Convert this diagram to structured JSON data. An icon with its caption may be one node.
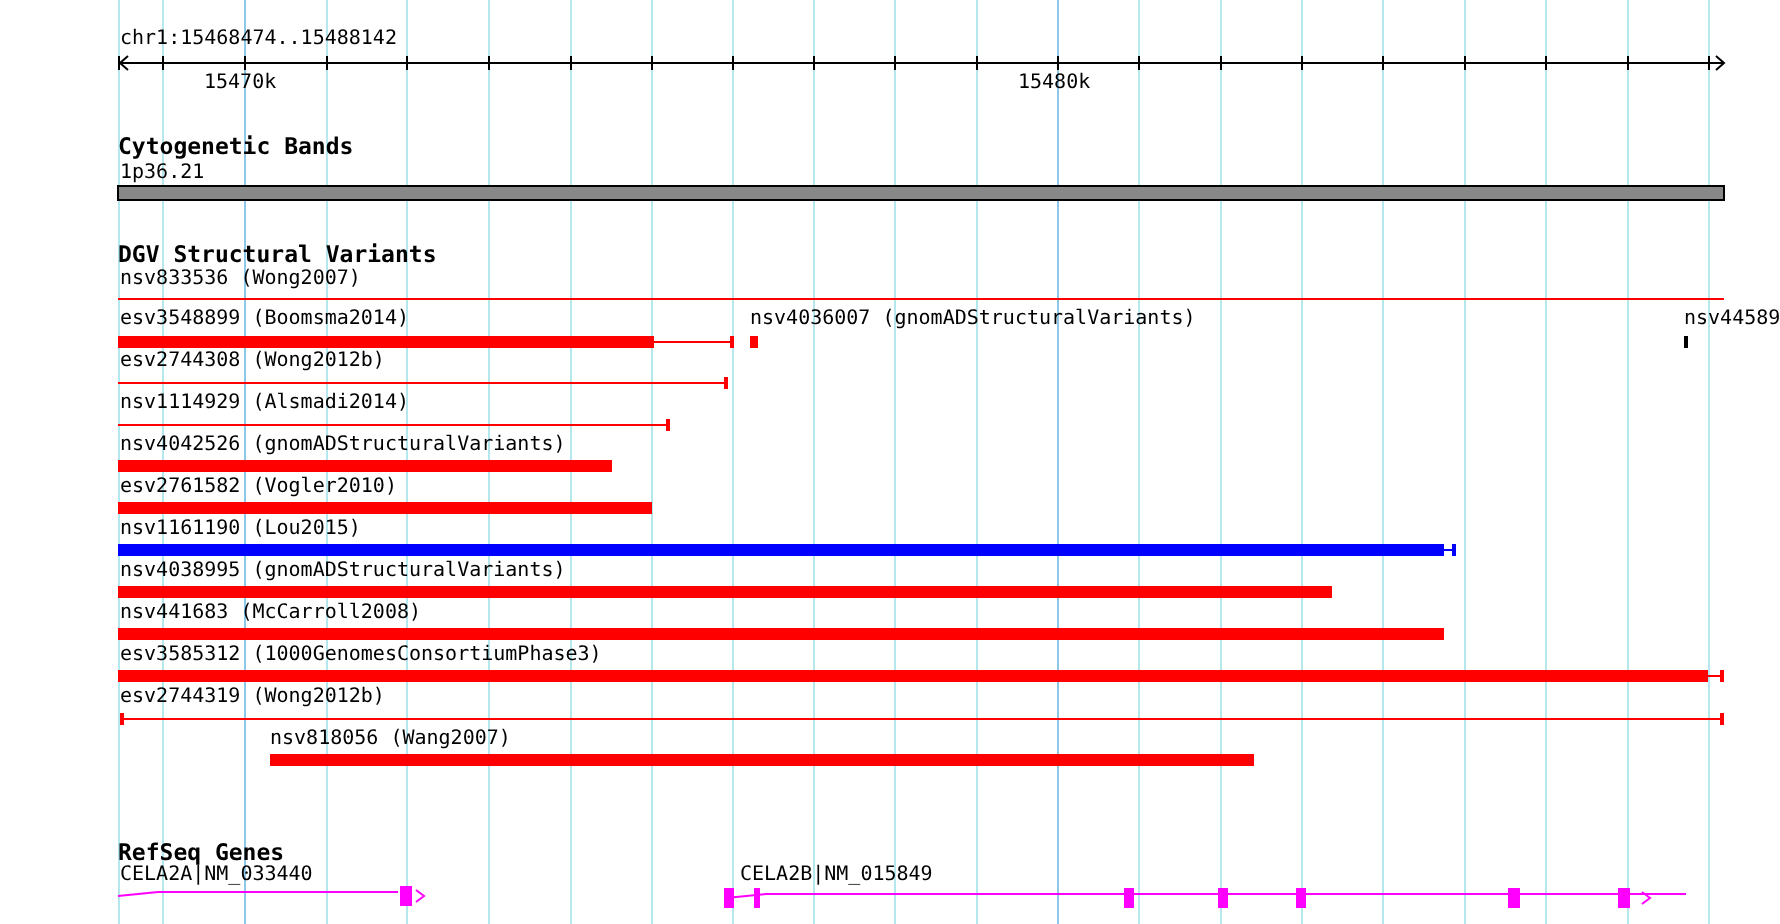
{
  "diagram": {
    "labels": [
      "chr1:15468474..15488142",
      "15470k",
      "15480k",
      "Cytogenetic Bands",
      "1p36.21",
      "DGV Structural Variants",
      "nsv833536 (Wong2007)",
      "esv3548899 (Boomsma2014)",
      "nsv4036007 (gnomADStructuralVariants)",
      "nsv44589",
      "esv2744308 (Wong2012b)",
      "nsv1114929 (Alsmadi2014)",
      "nsv4042526 (gnomADStructuralVariants)",
      "esv2761582 (Vogler2010)",
      "nsv1161190 (Lou2015)",
      "nsv4038995 (gnomADStructuralVariants)",
      "nsv441683 (McCarroll2008)",
      "esv3585312 (1000GenomesConsortiumPhase3)",
      "esv2744319 (Wong2012b)",
      "nsv818056 (Wang2007)",
      "RefSeq Genes",
      "CELA2A|NM_033440",
      "CELA2B|NM_015849"
    ]
  }
}
